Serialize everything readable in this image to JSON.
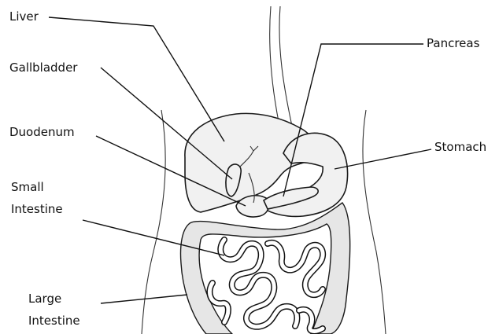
{
  "labels": {
    "liver": "Liver",
    "gallbladder": "Gallbladder",
    "duodenum": "Duodenum",
    "small_intestine_line1": "Small",
    "small_intestine_line2": "Intestine",
    "large_intestine_line1": "Large",
    "large_intestine_line2": "Intestine",
    "pancreas": "Pancreas",
    "stomach": "Stomach"
  },
  "colors": {
    "background": "#ffffff",
    "outline": "#1a1a1a",
    "organ_fill": "#f1f1f1"
  }
}
